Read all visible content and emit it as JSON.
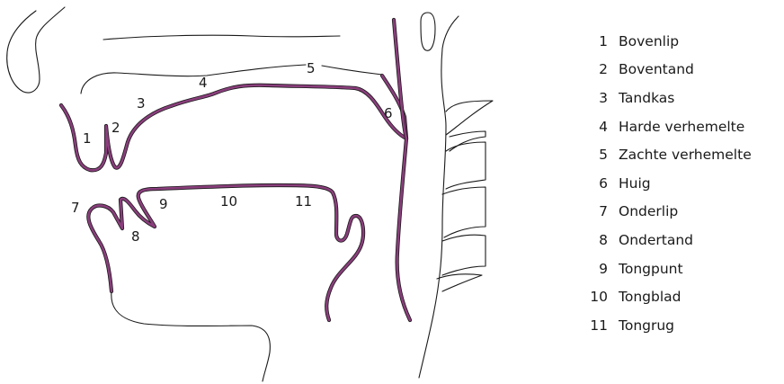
{
  "colors": {
    "articulator": "#8a3e7c",
    "outline": "#1a1a1a"
  },
  "markers": [
    "1",
    "2",
    "3",
    "4",
    "5",
    "6",
    "7",
    "8",
    "9",
    "10",
    "11"
  ],
  "legend": [
    {
      "num": "1",
      "label": "Bovenlip"
    },
    {
      "num": "2",
      "label": "Boventand"
    },
    {
      "num": "3",
      "label": "Tandkas"
    },
    {
      "num": "4",
      "label": "Harde verhemelte"
    },
    {
      "num": "5",
      "label": "Zachte verhemelte"
    },
    {
      "num": "6",
      "label": "Huig"
    },
    {
      "num": "7",
      "label": "Onderlip"
    },
    {
      "num": "8",
      "label": "Ondertand"
    },
    {
      "num": "9",
      "label": "Tongpunt"
    },
    {
      "num": "10",
      "label": "Tongblad"
    },
    {
      "num": "11",
      "label": "Tongrug"
    }
  ]
}
